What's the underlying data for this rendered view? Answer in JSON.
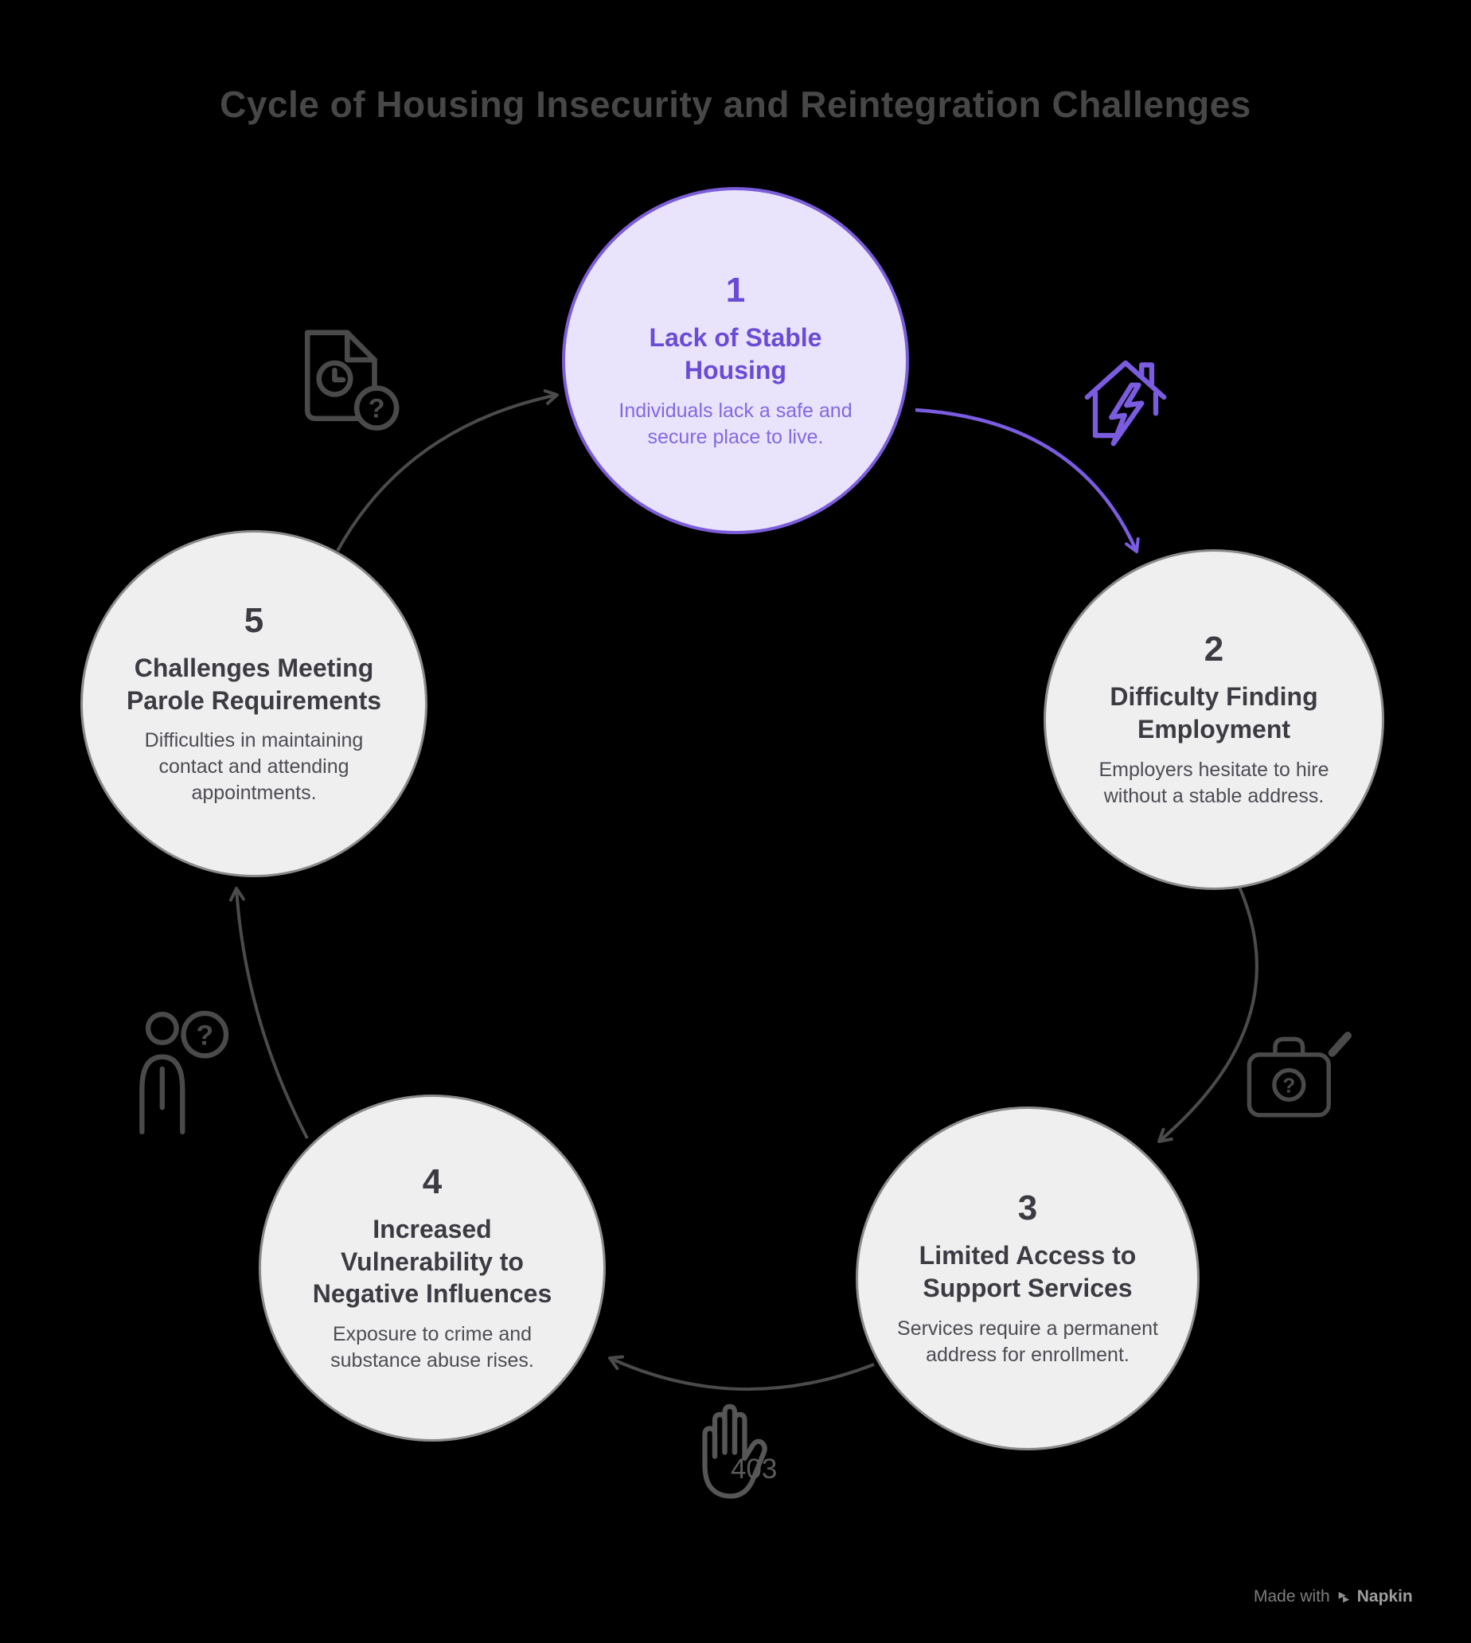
{
  "title": "Cycle of Housing Insecurity and Reintegration Challenges",
  "nodes": [
    {
      "number": "1",
      "title": "Lack of Stable Housing",
      "description": "Individuals lack a safe and secure place to live.",
      "highlighted": true
    },
    {
      "number": "2",
      "title": "Difficulty Finding Employment",
      "description": "Employers hesitate to hire without a stable address.",
      "highlighted": false
    },
    {
      "number": "3",
      "title": "Limited Access to Support Services",
      "description": "Services require a permanent address for enrollment.",
      "highlighted": false
    },
    {
      "number": "4",
      "title": "Increased Vulnerability to Negative Influences",
      "description": "Exposure to crime and substance abuse rises.",
      "highlighted": false
    },
    {
      "number": "5",
      "title": "Challenges Meeting Parole Requirements",
      "description": "Difficulties in maintaining contact and attending appointments.",
      "highlighted": false
    }
  ],
  "icons": [
    {
      "name": "document-clock-question-icon"
    },
    {
      "name": "broken-house-icon"
    },
    {
      "name": "briefcase-question-icon"
    },
    {
      "name": "hand-stop-icon",
      "label": "403"
    },
    {
      "name": "person-question-icon"
    }
  ],
  "colors": {
    "background": "#000000",
    "accent_purple": "#7b5ce0",
    "highlight_fill": "#e9e3fc",
    "highlight_text": "#6a4bd6",
    "node_fill": "#efefef",
    "node_border": "#8a8a8a",
    "node_text": "#3b3b42",
    "arrow_gray": "#4b4b4b",
    "title_gray": "#474747"
  },
  "watermark": {
    "made_with": "Made with",
    "brand": "Napkin"
  }
}
